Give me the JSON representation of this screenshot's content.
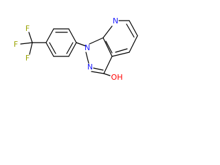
{
  "molecule": {
    "atoms": {
      "f1": "F",
      "f2": "F",
      "f3": "F",
      "n_pyridine": "N",
      "n1": "N",
      "n2": "N",
      "oh": "OH"
    },
    "colors": {
      "fluorine": "#9aa400",
      "nitrogen": "#2020ff",
      "oxygen": "#ff0000",
      "bond": "#000000"
    }
  }
}
